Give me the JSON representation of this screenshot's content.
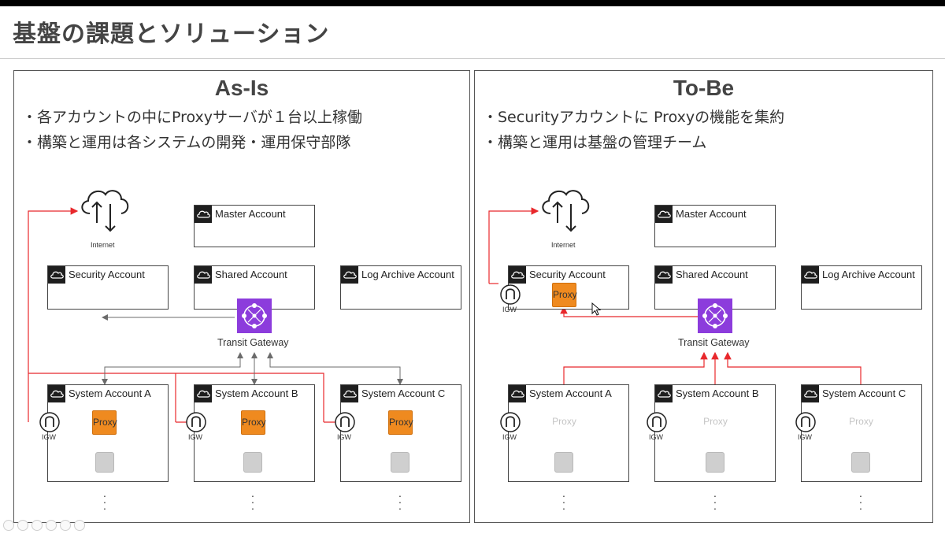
{
  "slide": {
    "title": "基盤の課題とソリューション"
  },
  "asis": {
    "heading": "As-Is",
    "bullets": [
      "・各アカウントの中にProxyサーバが１台以上稼働",
      "・構築と運用は各システムの開発・運用保守部隊"
    ]
  },
  "tobe": {
    "heading": "To-Be",
    "bullets": [
      "・Securityアカウントに Proxyの機能を集約",
      "・構築と運用は基盤の管理チーム"
    ]
  },
  "diagram": {
    "internet_label": "Internet",
    "master_account": "Master Account",
    "security_account": "Security Account",
    "shared_account": "Shared Account",
    "log_archive_account": "Log Archive Account",
    "transit_gateway": "Transit Gateway",
    "system_account_a": "System Account A",
    "system_account_b": "System Account B",
    "system_account_c": "System Account C",
    "proxy_label": "Proxy",
    "igw_label": "IGW",
    "ellipsis": "·\n·\n·"
  },
  "colors": {
    "red_line": "#e8282c",
    "gray_line": "#6b6b6b",
    "proxy_orange": "#ef8a1f",
    "transit_gateway_purple": "#8c3cdc"
  }
}
